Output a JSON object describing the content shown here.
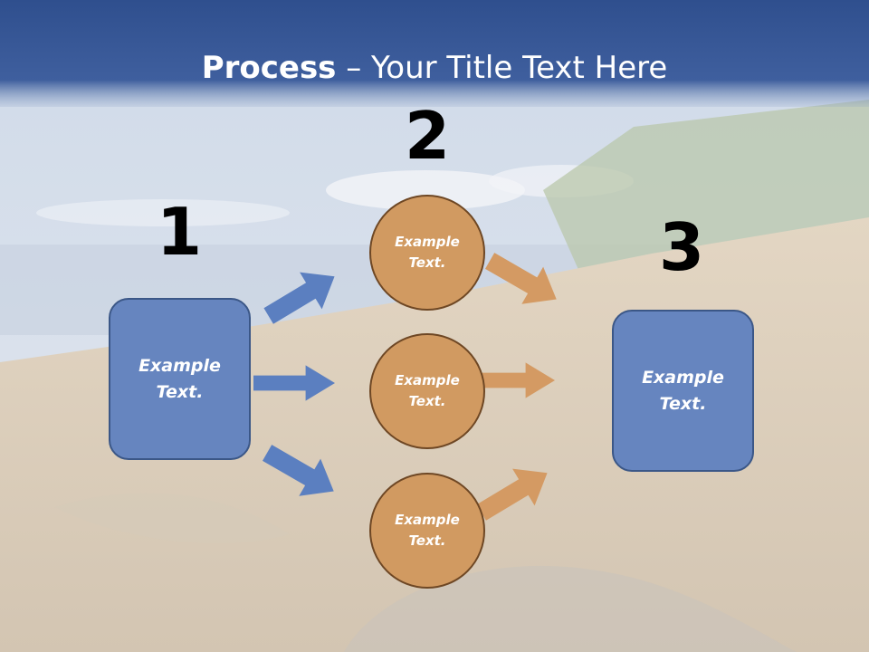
{
  "slide": {
    "title_bold": "Process",
    "title_rest": " – Your Title Text Here"
  },
  "steps": {
    "one": {
      "number": "1",
      "label": "Example Text."
    },
    "two": {
      "number": "2",
      "items": [
        {
          "label": "Example Text."
        },
        {
          "label": "Example Text."
        },
        {
          "label": "Example Text."
        }
      ]
    },
    "three": {
      "number": "3",
      "label": "Example Text."
    }
  },
  "colors": {
    "title_band": "#3b5a98",
    "box_fill": "#6685bf",
    "box_border": "#3b5787",
    "circle_fill": "#d19a61",
    "circle_border": "#6e4724",
    "arrow_blue": "#5b7fc0",
    "arrow_orange": "#d49a63"
  }
}
